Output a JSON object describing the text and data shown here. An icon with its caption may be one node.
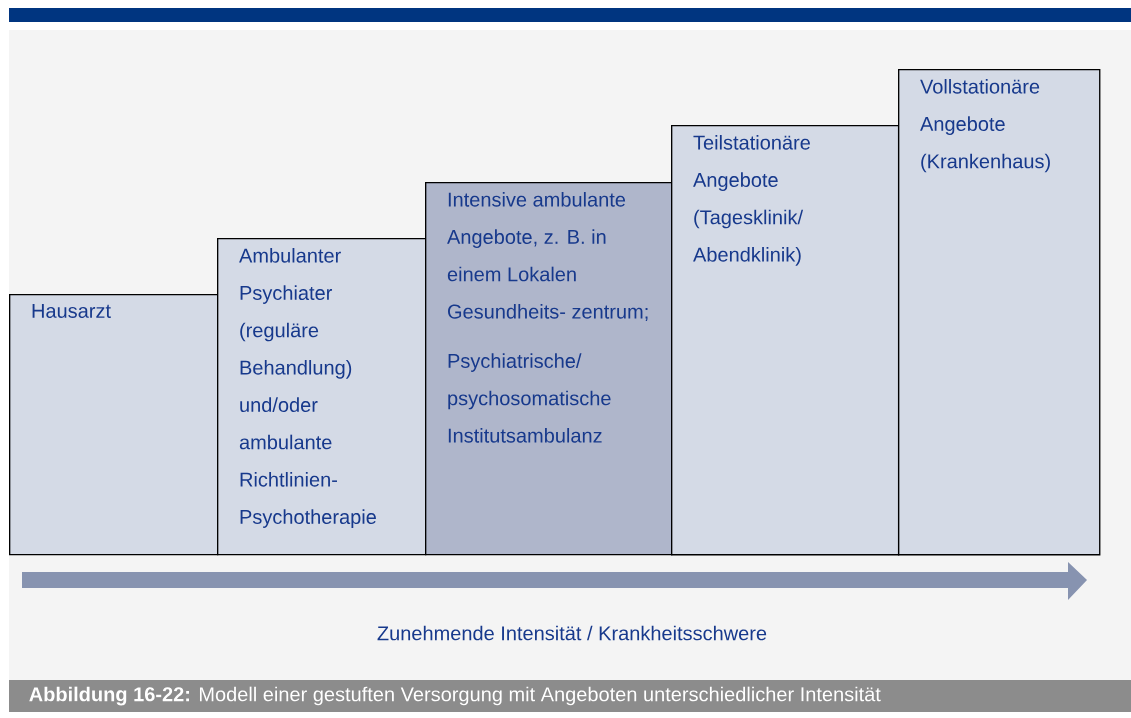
{
  "diagram": {
    "caption": "**Abbildung 16-22:** Modell einer gestuften Versorgung mit Angeboten unterschiedlicher Intensität",
    "nodes": [
      {
        "text": [
          "Hausarzt"
        ]
      },
      {
        "text": [
          "Ambulanter Psychiater (reguläre Behandlung) und/oder ambulante Richtlinien-Psychotherapie"
        ]
      },
      {
        "text": [
          "Intensive ambulante Angebote, z. B. in einem Lokalen Gesundheits- zentrum;",
          "Psychiatrische/ psychosomatische Institutsambulanz"
        ]
      },
      {
        "text": [
          "Teilstationäre Angebote (Tagesklinik/ Abendklinik)"
        ]
      },
      {
        "text": [
          "Vollstationäre Angebote (Krankenhaus)"
        ]
      }
    ],
    "labels": [
      "Zunehmende Intensität / Krankheitsschwere"
    ]
  }
}
